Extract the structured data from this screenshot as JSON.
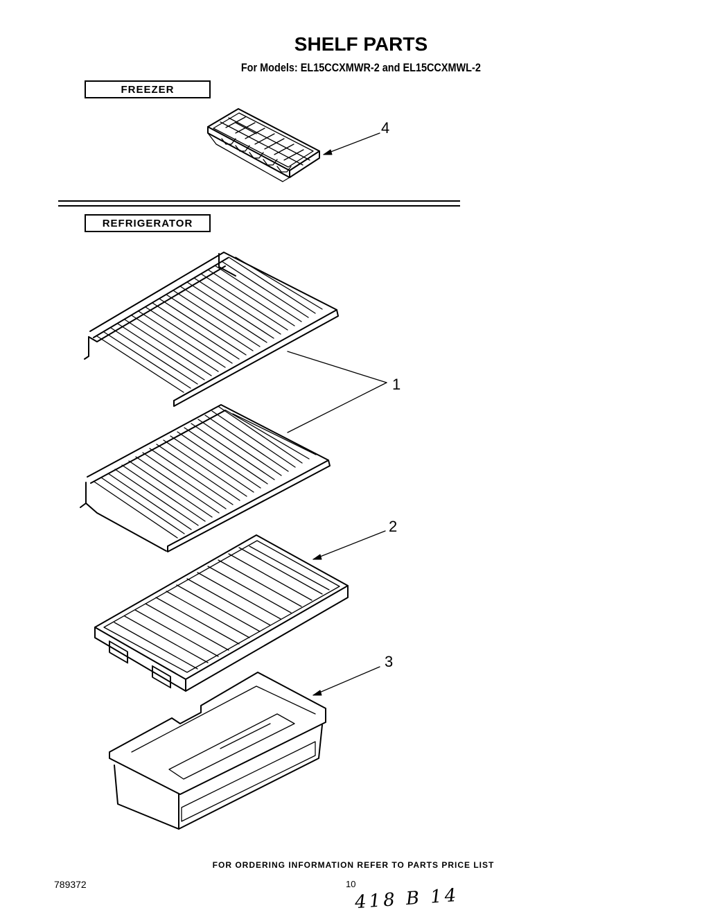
{
  "header": {
    "title": "SHELF PARTS",
    "subtitle": "For Models: EL15CCXMWR-2 and EL15CCXMWL-2"
  },
  "sections": {
    "freezer": "FREEZER",
    "refrigerator": "REFRIGERATOR"
  },
  "callouts": {
    "ice_tray": "4",
    "wire_shelves": "1",
    "crisper_cover": "2",
    "crisper_pan": "3"
  },
  "footer": {
    "note": "FOR ORDERING INFORMATION REFER TO PARTS PRICE LIST",
    "doc_number": "789372",
    "page_number": "10",
    "handwritten": "418 B 14"
  }
}
